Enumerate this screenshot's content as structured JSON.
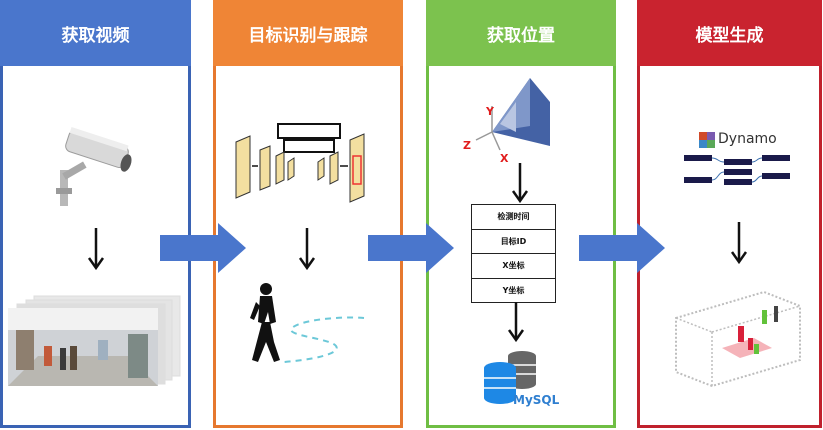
{
  "panels": [
    {
      "title": "获取视频"
    },
    {
      "title": "目标识别与跟踪"
    },
    {
      "title": "获取位置"
    },
    {
      "title": "模型生成"
    }
  ],
  "table_rows": [
    "检测时间",
    "目标ID",
    "X坐标",
    "Y坐标"
  ],
  "axis_labels": {
    "y": "Y",
    "z": "Z",
    "x": "X"
  },
  "db_label": "MySQL",
  "dynamo_label": "Dynamo",
  "colors": {
    "blue": "#4a76cc",
    "orange": "#ef8536",
    "green": "#7cc24e",
    "red": "#c9232f",
    "flow_arrow": "#4a76cc"
  }
}
